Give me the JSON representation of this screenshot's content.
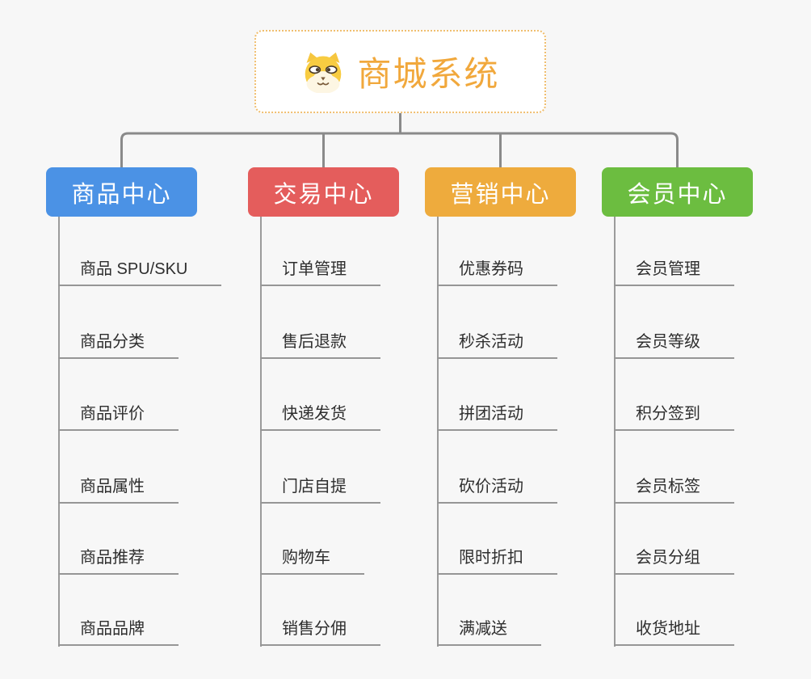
{
  "page": {
    "background": "#f7f7f7",
    "connector_color": "#8a8a8a",
    "underline_color": "#969696"
  },
  "root": {
    "title": "商城系统",
    "icon": "dog-face-icon",
    "text_color": "#f1a83c",
    "border_color": "#f0be6f"
  },
  "branches": [
    {
      "label": "商品中心",
      "color": "#4b92e5",
      "children": [
        "商品 SPU/SKU",
        "商品分类",
        "商品评价",
        "商品属性",
        "商品推荐",
        "商品品牌"
      ]
    },
    {
      "label": "交易中心",
      "color": "#e45d5c",
      "children": [
        "订单管理",
        "售后退款",
        "快递发货",
        "门店自提",
        "购物车",
        "销售分佣"
      ]
    },
    {
      "label": "营销中心",
      "color": "#eeab3d",
      "children": [
        "优惠券码",
        "秒杀活动",
        "拼团活动",
        "砍价活动",
        "限时折扣",
        "满减送"
      ]
    },
    {
      "label": "会员中心",
      "color": "#6cbd40",
      "children": [
        "会员管理",
        "会员等级",
        "积分签到",
        "会员标签",
        "会员分组",
        "收货地址"
      ]
    }
  ]
}
